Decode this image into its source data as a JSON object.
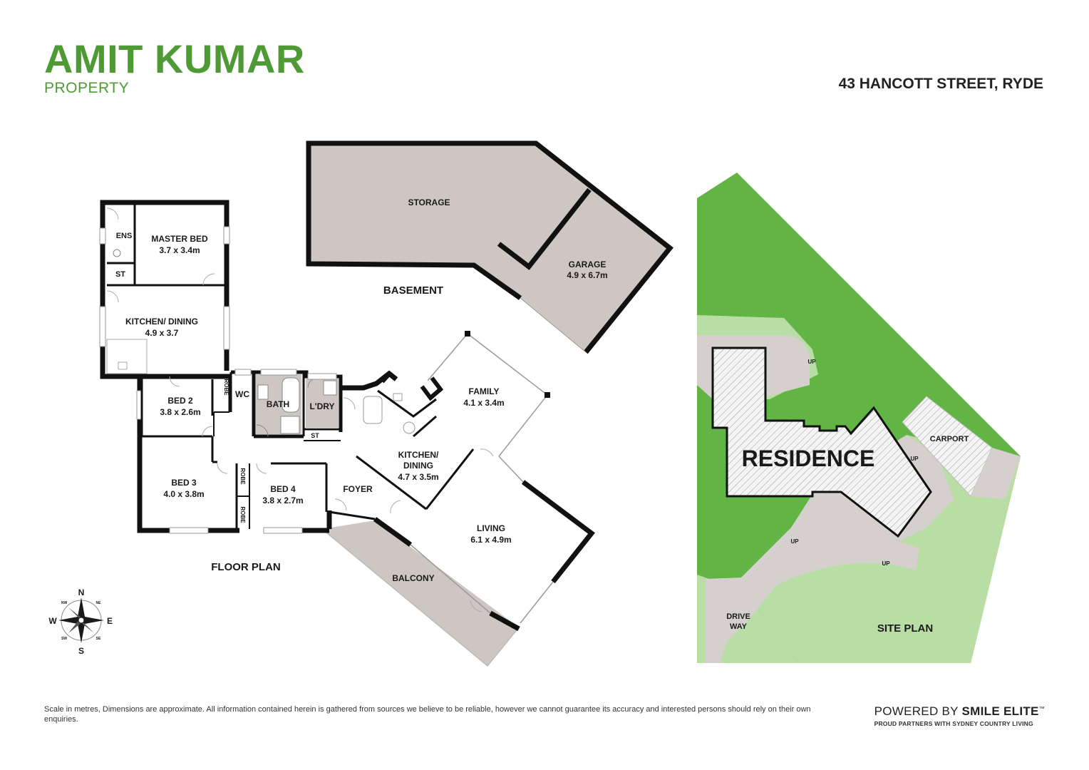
{
  "header": {
    "brand_name": "AMIT KUMAR",
    "brand_sub": "PROPERTY",
    "address": "43 HANCOTT STREET, RYDE"
  },
  "plans": {
    "floor_plan_title": "FLOOR PLAN",
    "basement_title": "BASEMENT",
    "site_plan_title": "SITE PLAN"
  },
  "rooms": {
    "ens": "ENS",
    "master_bed": "MASTER BED",
    "master_bed_dim": "3.7 x 3.4m",
    "st_upper": "ST",
    "kitchen_dining_left": "KITCHEN/ DINING",
    "kitchen_dining_left_dim": "4.9 x 3.7",
    "bed2": "BED 2",
    "bed2_dim": "3.8 x 2.6m",
    "robe_bed2": "ROBE",
    "wc": "WC",
    "bath": "BATH",
    "ldry": "L'DRY",
    "st_lower": "ST",
    "bed3": "BED 3",
    "bed3_dim": "4.0 x 3.8m",
    "robe_upper": "ROBE",
    "robe_lower": "ROBE",
    "bed4": "BED 4",
    "bed4_dim": "3.8 x 2.7m",
    "foyer": "FOYER",
    "kitchen_dining": "KITCHEN/",
    "kitchen_dining_2": "DINING",
    "kitchen_dining_dim": "4.7 x 3.5m",
    "family": "FAMILY",
    "family_dim": "4.1 x 3.4m",
    "living": "LIVING",
    "living_dim": "6.1 x 4.9m",
    "balcony": "BALCONY",
    "storage": "STORAGE",
    "garage": "GARAGE",
    "garage_dim": "4.9 x 6.7m"
  },
  "site": {
    "residence": "RESIDENCE",
    "carport": "CARPORT",
    "driveway_1": "DRIVE",
    "driveway_2": "WAY",
    "up": "UP"
  },
  "compass": {
    "n": "N",
    "s": "S",
    "e": "E",
    "w": "W",
    "nw": "NW",
    "ne": "NE",
    "sw": "SW",
    "se": "SE"
  },
  "footer": {
    "disclaimer": "Scale in metres, Dimensions are approximate. All information contained herein is gathered from sources we believe to be reliable, however we cannot guarantee its accuracy and interested persons should rely on their own enquiries.",
    "powered_prefix": "POWERED BY",
    "powered_brand": "SMILE ELITE",
    "tm": "™",
    "partners": "PROUD PARTNERS WITH SYDNEY COUNTRY LIVING"
  },
  "colors": {
    "brand_green": "#4e9a35",
    "lawn_dark": "#62b445",
    "lawn_light": "#b9dea5",
    "paving": "#d5d0cd",
    "wall": "#111111"
  }
}
